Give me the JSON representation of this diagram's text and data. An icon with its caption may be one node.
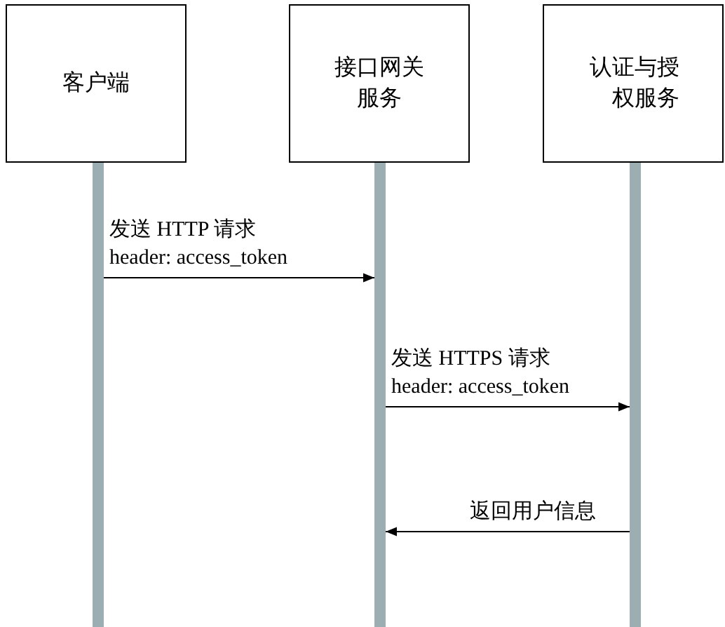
{
  "diagram": {
    "nodes": [
      {
        "text": [
          "客户端"
        ]
      },
      {
        "text": [
          "接口网关服务"
        ]
      },
      {
        "text": [
          "认证与授权服务"
        ]
      }
    ],
    "edges": [
      {
        "from": 0,
        "to": 1,
        "arrow": "to",
        "label": "发送 HTTP 请求 header: access_token"
      },
      {
        "from": 1,
        "to": 2,
        "arrow": "to",
        "label": "发送 HTTPS 请求 header: access_token"
      },
      {
        "from": 2,
        "to": 1,
        "arrow": "to",
        "label": "返回用户信息"
      }
    ]
  }
}
